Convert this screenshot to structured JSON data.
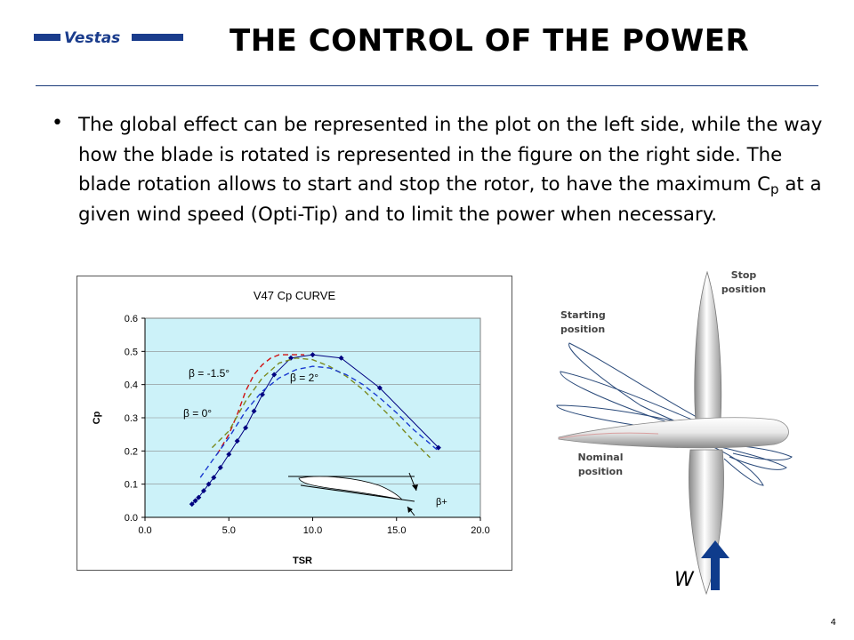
{
  "header": {
    "logo_text": "Vestas",
    "title": "THE CONTROL OF THE POWER"
  },
  "bullet": {
    "text_before": "The global effect can be represented in the plot on the left side, while the way how the blade is rotated is represented in the figure on the right side. The blade rotation allows to start and stop the rotor, to have the maximum C",
    "subscript": "p",
    "text_after": " at a given wind speed (Opti-Tip) and to limit the power when necessary."
  },
  "chart_data": {
    "type": "line",
    "title": "V47 Cp CURVE",
    "xlabel": "TSR",
    "ylabel": "Cp",
    "xlim": [
      0,
      20
    ],
    "ylim": [
      0,
      0.6
    ],
    "xticks": [
      "0.0",
      "5.0",
      "10.0",
      "15.0",
      "20.0"
    ],
    "yticks": [
      "0.0",
      "0.1",
      "0.2",
      "0.3",
      "0.4",
      "0.5",
      "0.6"
    ],
    "plot_background": "#ccf2f9",
    "grid": "horizontal",
    "series": [
      {
        "name": "measured",
        "style": "solid-markers",
        "color": "#000080",
        "x": [
          2.8,
          3.0,
          3.2,
          3.5,
          3.8,
          4.1,
          4.5,
          5.0,
          5.5,
          6.0,
          6.5,
          7.0,
          7.7,
          8.7,
          10.0,
          11.7,
          14.0,
          17.5
        ],
        "y": [
          0.04,
          0.05,
          0.06,
          0.08,
          0.1,
          0.12,
          0.15,
          0.19,
          0.23,
          0.27,
          0.32,
          0.37,
          0.43,
          0.48,
          0.49,
          0.48,
          0.39,
          0.21
        ]
      },
      {
        "name": "β = 0°",
        "style": "dashed",
        "color": "#d01010",
        "x": [
          4.3,
          5.0,
          5.5,
          6.0,
          6.5,
          7.0,
          7.5,
          8.0,
          8.5,
          9.0,
          9.5
        ],
        "y": [
          0.19,
          0.25,
          0.31,
          0.38,
          0.43,
          0.46,
          0.48,
          0.49,
          0.49,
          0.49,
          0.49
        ]
      },
      {
        "name": "β = -1.5°",
        "style": "dashed",
        "color": "#7a8a20",
        "x": [
          4.0,
          5.0,
          6.0,
          7.0,
          8.0,
          9.0,
          10.0,
          11.0,
          12.0,
          13.0,
          14.0,
          15.0,
          16.0,
          17.0
        ],
        "y": [
          0.21,
          0.26,
          0.35,
          0.42,
          0.465,
          0.48,
          0.475,
          0.455,
          0.425,
          0.385,
          0.335,
          0.285,
          0.23,
          0.18
        ]
      },
      {
        "name": "β = 2°",
        "style": "dashed",
        "color": "#1a3ad0",
        "x": [
          3.3,
          4.0,
          5.0,
          6.0,
          7.0,
          8.0,
          9.0,
          10.0,
          11.0,
          12.0,
          13.0,
          14.0,
          15.0,
          16.0,
          17.5
        ],
        "y": [
          0.12,
          0.17,
          0.24,
          0.32,
          0.38,
          0.42,
          0.445,
          0.455,
          0.45,
          0.43,
          0.4,
          0.36,
          0.315,
          0.265,
          0.2
        ]
      }
    ],
    "annotations": [
      "β = -1.5°",
      "β = 2°",
      "β = 0°",
      "β+"
    ]
  },
  "blade_figure": {
    "stop_label_line1": "Stop",
    "stop_label_line2": "position",
    "starting_label_line1": "Starting",
    "starting_label_line2": "position",
    "nominal_label_line1": "Nominal",
    "nominal_label_line2": "position",
    "wind_label": "W",
    "arrow_color": "#0f3c8c"
  },
  "footer": {
    "page_number": "4"
  }
}
